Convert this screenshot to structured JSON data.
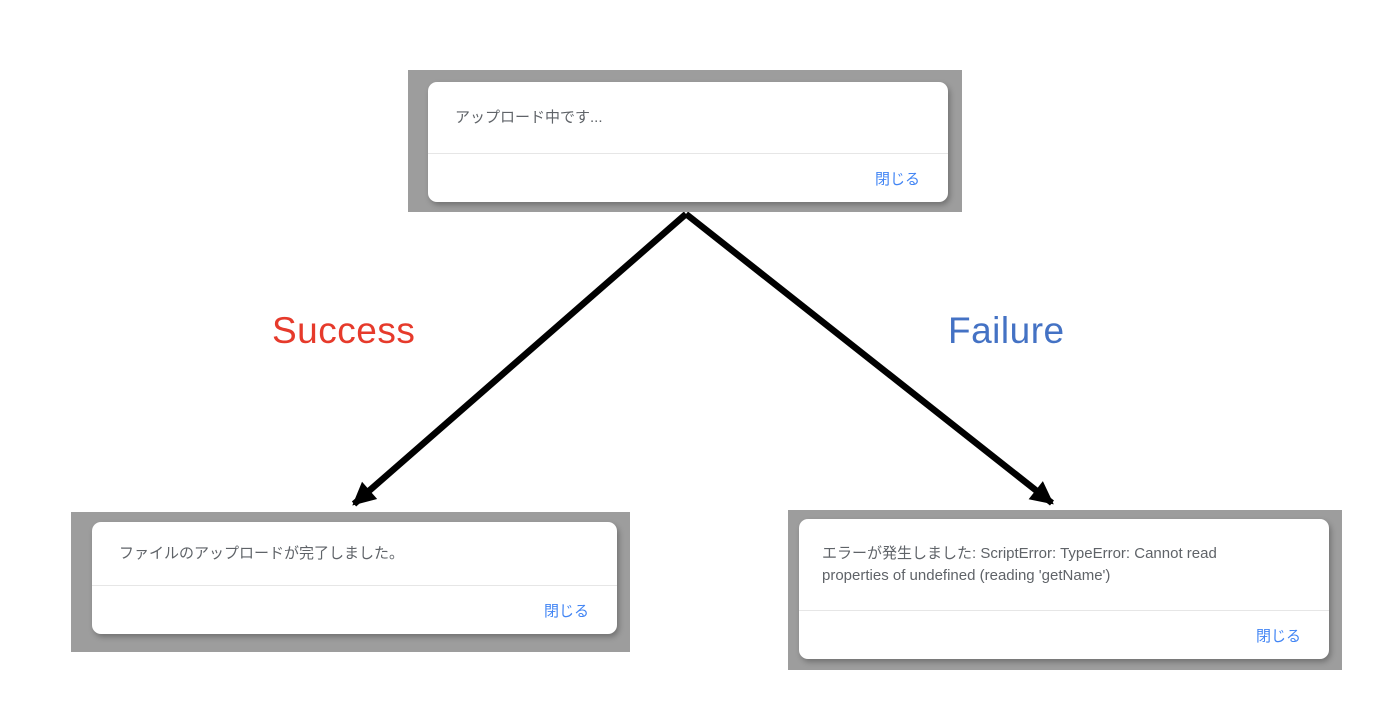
{
  "dialogs": {
    "uploading": {
      "message": "アップロード中です...",
      "close_label": "閉じる"
    },
    "success": {
      "message": "ファイルのアップロードが完了しました。",
      "close_label": "閉じる"
    },
    "failure": {
      "message": "エラーが発生しました: ScriptError: TypeError: Cannot read properties of undefined (reading 'getName')",
      "close_label": "閉じる"
    }
  },
  "labels": {
    "success": "Success",
    "failure": "Failure"
  },
  "colors": {
    "success_label": "#e63a2b",
    "failure_label": "#4472c4",
    "close_button": "#4285f4",
    "dialog_frame": "#9d9d9d",
    "message_text": "#5f6368",
    "arrow": "#000000"
  }
}
